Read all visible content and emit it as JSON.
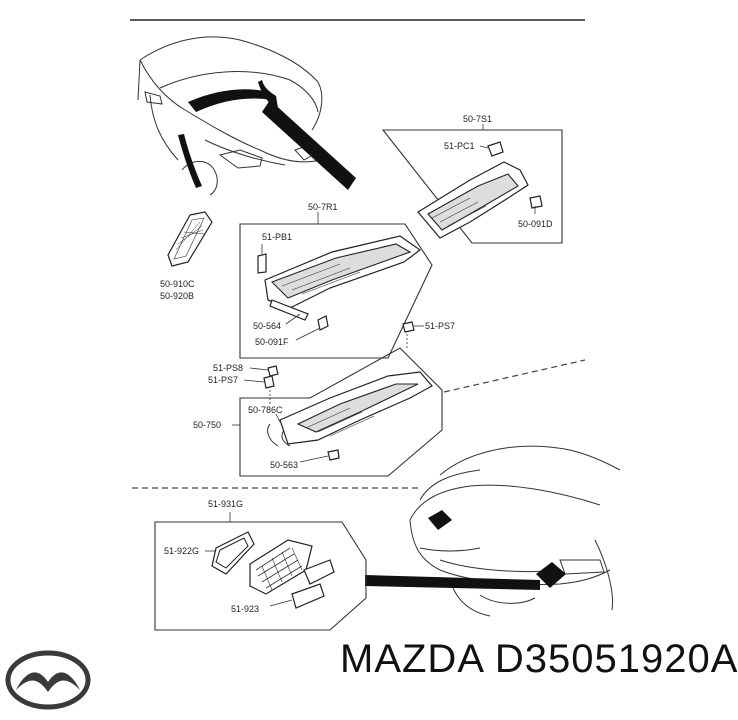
{
  "parts": {
    "p_50_7S1": "50-7S1",
    "p_51_PC1": "51-PC1",
    "p_50_091D": "50-091D",
    "p_50_7R1": "50-7R1",
    "p_51_PB1": "51-PB1",
    "p_50_910C": "50-910C",
    "p_50_920B": "50-920B",
    "p_50_564": "50-564",
    "p_50_091F": "50-091F",
    "p_51_PS7_a": "51-PS7",
    "p_51_PS8": "51-PS8",
    "p_51_PS7_b": "51-PS7",
    "p_50_786C": "50-786C",
    "p_50_750": "50-750",
    "p_50_563": "50-563",
    "p_51_931G": "51-931G",
    "p_51_922G": "51-922G",
    "p_51_923": "51-923"
  },
  "caption": {
    "brand": "MAZDA",
    "part_number": "D35051920A"
  },
  "colors": {
    "line": "#222222",
    "background": "#ffffff"
  },
  "icons": {
    "logo": "mazda-logo-icon"
  }
}
